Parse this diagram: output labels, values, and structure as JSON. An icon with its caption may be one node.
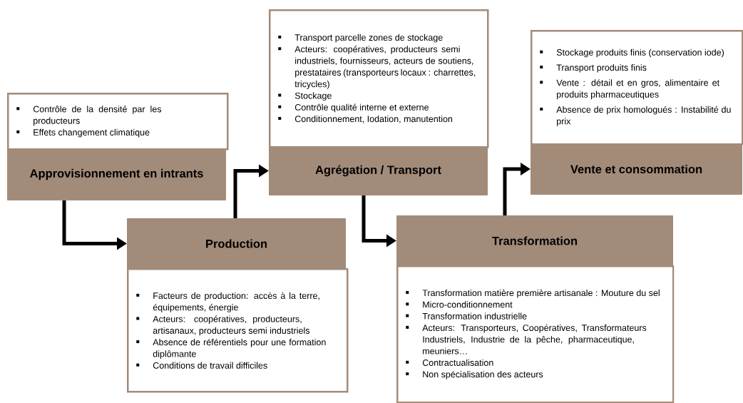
{
  "diagram": {
    "nodes": [
      {
        "text": [
          "Contrôle de la densité par les producteurs",
          "Effets changement climatique"
        ]
      },
      {
        "text": [
          "Approvisionnement en intrants"
        ]
      },
      {
        "text": [
          "Production"
        ]
      },
      {
        "text": [
          "Facteurs de production: accès à la terre, équipements, énergie",
          "Acteurs: coopératives, producteurs, artisanaux, producteurs semi industriels",
          "Absence de référentiels pour une formation diplômante",
          "Conditions de travail difficiles"
        ]
      },
      {
        "text": [
          "Transport parcelle zones de stockage",
          "Acteurs: coopératives, producteurs semi industriels, fournisseurs, acteurs de soutiens, prestataires (transporteurs locaux : charrettes, tricycles)",
          "Stockage",
          "Contrôle qualité interne et externe",
          "Conditionnement, Iodation, manutention"
        ]
      },
      {
        "text": [
          "Agrégation / Transport"
        ]
      },
      {
        "text": [
          "Transformation"
        ]
      },
      {
        "text": [
          "Transformation matière première artisanale : Mouture du sel",
          "Micro-conditionnement",
          "Transformation industrielle",
          "Acteurs: Transporteurs, Coopératives, Transformateurs Industriels, Industrie de la pêche, pharmaceutique, meuniers…",
          "Contractualisation",
          "Non spécialisation des acteurs"
        ]
      },
      {
        "text": [
          "Stockage produits finis (conservation iode)",
          "Transport produits finis",
          "Vente : détail et en gros, alimentaire et produits pharmaceutiques",
          "Absence de prix homologués : Instabilité du prix"
        ]
      },
      {
        "text": [
          "Vente et consommation"
        ]
      }
    ],
    "edges": [
      {
        "from": 1,
        "to": 2,
        "arrow": "to"
      },
      {
        "from": 2,
        "to": 5,
        "arrow": "to"
      },
      {
        "from": 5,
        "to": 6,
        "arrow": "to"
      },
      {
        "from": 6,
        "to": 9,
        "arrow": "to"
      }
    ]
  }
}
